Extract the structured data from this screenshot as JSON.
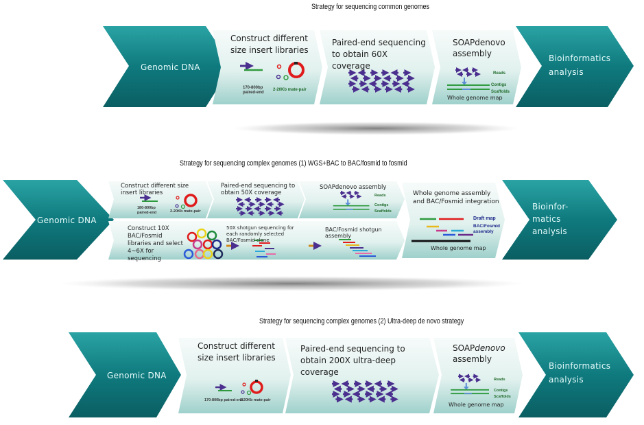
{
  "titles": {
    "row1": "Strategy for sequencing common genomes",
    "row2": "Strategy for sequencing complex genomes (1) WGS+BAC to BAC/fosmid to fosmid",
    "row3": "Strategy for sequencing complex genomes (2) Ultra-deep de novo strategy"
  },
  "row1": {
    "start": "Genomic DNA",
    "step1": "Construct  different size insert libraries",
    "step1_lib_a": "170-800bp paired-end",
    "step1_lib_b": "2-20Kb mate-pair",
    "step2": "Paired-end sequencing to obtain  60X coverage",
    "step3": "SOAPdenovo assembly",
    "reads": "Reads",
    "contigs": "Contigs",
    "scaffolds": "Scaffolds",
    "map": "Whole genome map",
    "end_line1": "Bioinformatics",
    "end_line2": "analysis"
  },
  "row2": {
    "start": "Genomic DNA",
    "step1": "Construct different size insert libraries",
    "step1_lib_a": "180-800bp paired-end",
    "step1_lib_b": "2-20Kb mate-pair",
    "step2": "Paired-end sequencing to obtain  50X coverage",
    "step3": "SOAPdenovo assembly",
    "reads": "Reads",
    "contigs": "Contigs",
    "scaffolds": "Scaffolds",
    "step4": "Whole genome assembly and BAC/Fosmid integration",
    "draft": "Draft map",
    "bac_assembly": "BAC/Fosmid assembly",
    "map": "Whole genome map",
    "lower1": "Construct  10X BAC/Fosmid libraries and select 4~6X for sequencing",
    "lower2": "50X  shotgun  sequencing  for  each randomly selected BAC/Fosmid clone",
    "lower3": "BAC/Fosmid shotgun assembly",
    "end_line1": "Bioinfor-",
    "end_line2": "matics",
    "end_line3": "analysis"
  },
  "row3": {
    "start": "Genomic DNA",
    "step1": "Construct  different size insert libraries",
    "step1_lib_a": "170-800bp paired-end",
    "step1_lib_b": "2-20Kb mate-pair",
    "step2": "Paired-end sequencing to obtain 200X ultra-deep coverage",
    "step3_a": "SOAP",
    "step3_b": "denovo",
    "step3_c": "assembly",
    "reads": "Reads",
    "contigs": "Contigs",
    "scaffolds": "Scaffolds",
    "map": "Whole genome map",
    "end_line1": "Bioinformatics",
    "end_line2": "analysis"
  },
  "colors": {
    "teal_dark": "#0d6f74",
    "teal_mid": "#1b8f93",
    "panel_light": "#e3f1ef",
    "panel_mid": "#a9d6d2",
    "arrow_purple": "#4b2f8f",
    "line_green": "#2e9a3e",
    "arrow_blue": "#5b8ed6"
  }
}
